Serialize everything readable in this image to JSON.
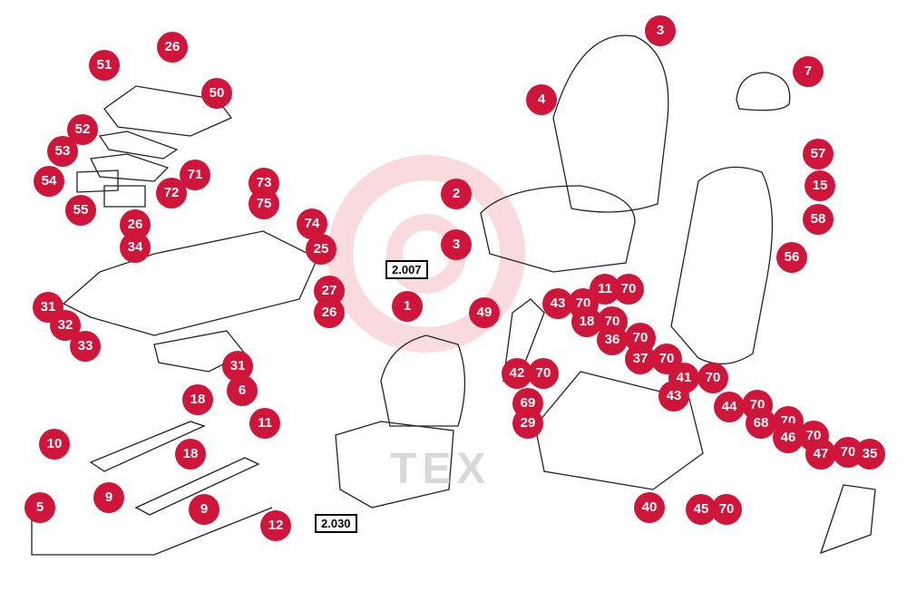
{
  "watermark": "TEX",
  "brand_color": "#d0153a",
  "reference_boxes": [
    "2.007",
    "2.030"
  ],
  "callouts": [
    "26",
    "51",
    "50",
    "52",
    "53",
    "54",
    "55",
    "71",
    "72",
    "73",
    "75",
    "74",
    "25",
    "26",
    "34",
    "31",
    "32",
    "33",
    "31",
    "27",
    "26",
    "3",
    "4",
    "2",
    "3",
    "7",
    "57",
    "15",
    "58",
    "56",
    "1",
    "49",
    "43",
    "70",
    "11",
    "70",
    "18",
    "70",
    "36",
    "70",
    "37",
    "70",
    "42",
    "70",
    "41",
    "70",
    "43",
    "69",
    "29",
    "44",
    "70",
    "68",
    "70",
    "46",
    "70",
    "47",
    "70",
    "35",
    "40",
    "45",
    "70",
    "18",
    "6",
    "11",
    "10",
    "18",
    "5",
    "9",
    "9",
    "12"
  ]
}
